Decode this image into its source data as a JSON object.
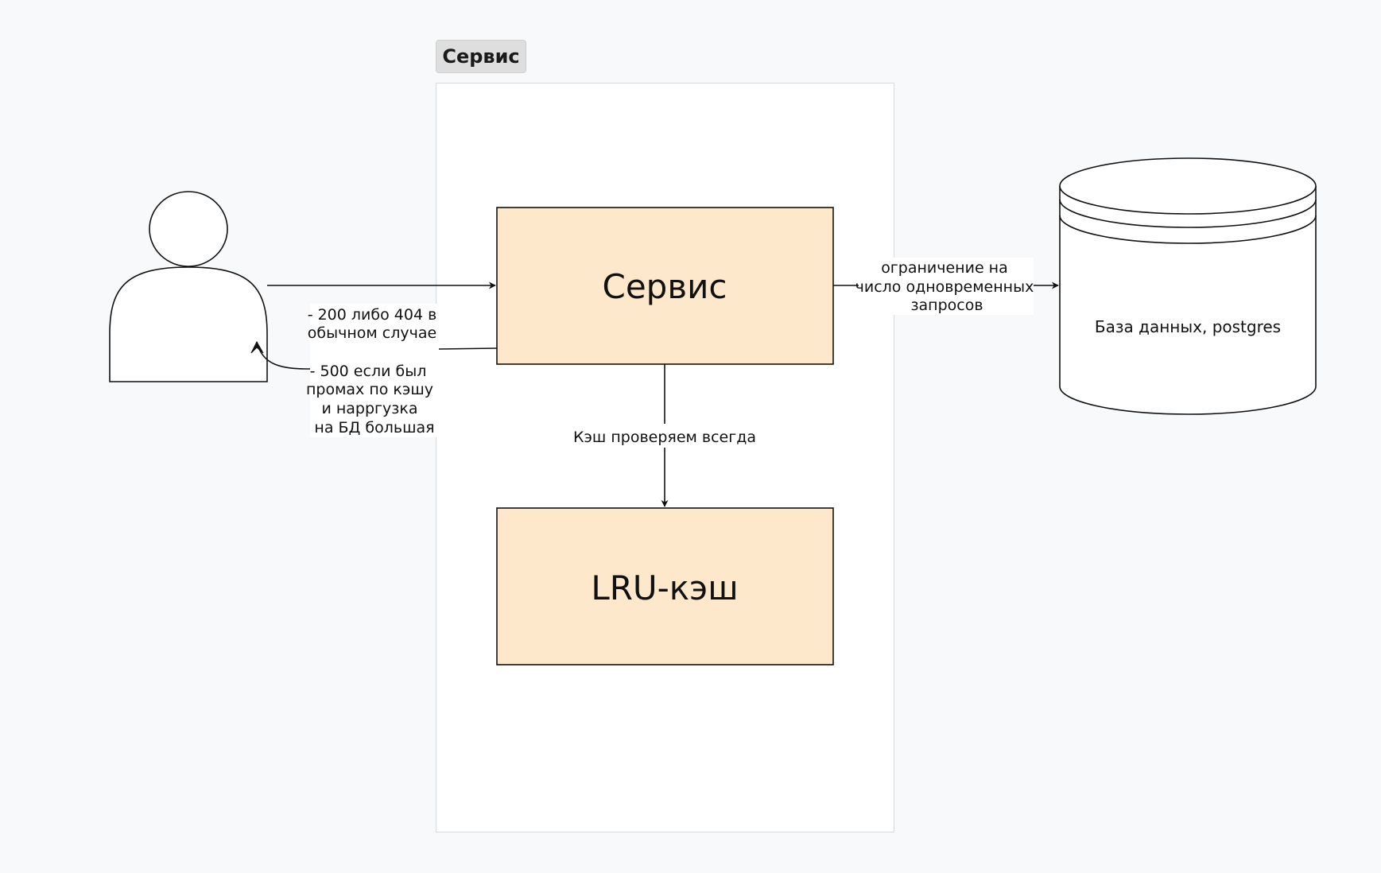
{
  "frame": {
    "title": "Сервис"
  },
  "nodes": {
    "service": "Сервис",
    "cache": "LRU-кэш",
    "database": "База данных, postgres"
  },
  "edges": {
    "response_label": [
      "- 200 либо 404 в",
      "обычном случае",
      "",
      "- 500 если был",
      "промах по кэшу",
      "и нарргузка",
      "на БД большая"
    ],
    "db_label": [
      "ограничение на",
      "число одновременных",
      "запросов"
    ],
    "cache_label": "Кэш проверяем всегда"
  },
  "colors": {
    "node_fill": "#fde8cc",
    "stroke": "#111111",
    "frame_bg": "#ffffff",
    "canvas_bg": "#f8f9fa"
  }
}
